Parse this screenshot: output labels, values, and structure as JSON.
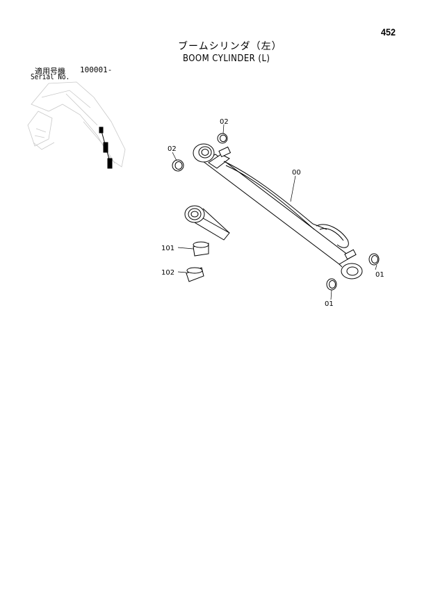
{
  "page_number": "452",
  "title_jp": "ブームシリンダ（左）",
  "title_en": "BOOM CYLINDER (L)",
  "serial": {
    "label_jp": "適用号機",
    "range": "100001-",
    "label_en": "Serial No."
  },
  "callouts": {
    "c00": "00",
    "c01a": "01",
    "c01b": "01",
    "c02a": "02",
    "c02b": "02",
    "c101": "101",
    "c102": "102"
  }
}
